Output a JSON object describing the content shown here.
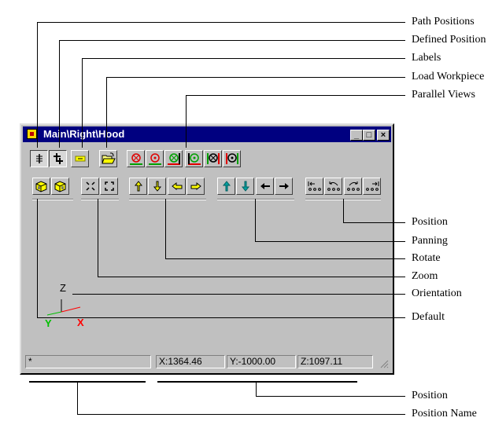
{
  "window": {
    "title": "Main\\Right\\Hood",
    "controls": {
      "minimize": "_",
      "maximize": "□",
      "close": "×"
    }
  },
  "toolbar1": {
    "buttons": [
      {
        "name": "path-positions",
        "icon": "path-positions-icon",
        "pressed": true
      },
      {
        "name": "defined-position",
        "icon": "defined-position-icon",
        "pressed": true
      },
      {
        "name": "labels",
        "icon": "labels-icon",
        "pressed": false
      },
      {
        "name": "load-workpiece",
        "icon": "folder-open-icon",
        "pressed": false
      },
      {
        "name": "parallel-view-1",
        "icon": "parallel-view-icon",
        "pressed": false
      },
      {
        "name": "parallel-view-2",
        "icon": "parallel-view-icon",
        "pressed": false
      },
      {
        "name": "parallel-view-3",
        "icon": "parallel-view-icon",
        "pressed": false
      },
      {
        "name": "parallel-view-4",
        "icon": "parallel-view-icon",
        "pressed": false
      },
      {
        "name": "parallel-view-5",
        "icon": "parallel-view-icon",
        "pressed": false
      },
      {
        "name": "parallel-view-6",
        "icon": "parallel-view-icon",
        "pressed": false
      }
    ]
  },
  "toolbar2": {
    "groups": [
      "Default",
      "Zoom",
      "Rotate",
      "Panning",
      "Position"
    ]
  },
  "axes": {
    "z": "Z",
    "y": "Y",
    "x": "X",
    "colors": {
      "x": "#ff0000",
      "y": "#00c000",
      "z": "#000000"
    }
  },
  "status": {
    "position_name": "*",
    "x": "X:1364.46",
    "y": "Y:-1000.00",
    "z": "Z:1097.11"
  },
  "callouts": {
    "path_positions": "Path Positions",
    "defined_position": "Defined Position",
    "labels": "Labels",
    "load_workpiece": "Load Workpiece",
    "parallel_views": "Parallel Views",
    "position_toolbar": "Position",
    "panning": "Panning",
    "rotate": "Rotate",
    "zoom": "Zoom",
    "orientation": "Orientation",
    "default": "Default",
    "position_status": "Position",
    "position_name": "Position Name"
  }
}
